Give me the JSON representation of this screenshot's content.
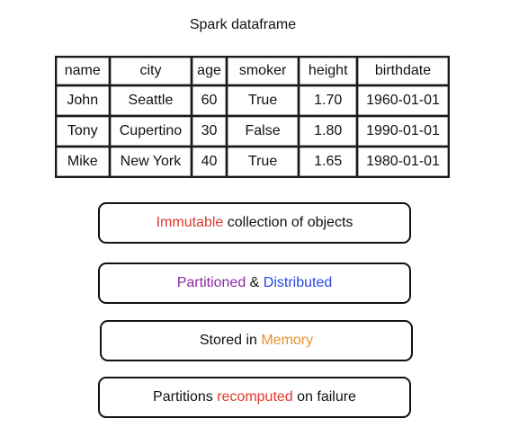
{
  "title": "Spark dataframe",
  "table": {
    "headers": [
      "name",
      "city",
      "age",
      "smoker",
      "height",
      "birthdate"
    ],
    "rows": [
      [
        "John",
        "Seattle",
        "60",
        "True",
        "1.70",
        "1960-01-01"
      ],
      [
        "Tony",
        "Cupertino",
        "30",
        "False",
        "1.80",
        "1990-01-01"
      ],
      [
        "Mike",
        "New York",
        "40",
        "True",
        "1.65",
        "1980-01-01"
      ]
    ]
  },
  "colors": {
    "red": "#e0392b",
    "purple": "#8a2aa0",
    "blue": "#2546e0",
    "orange": "#e8902c"
  },
  "boxes": {
    "b1": {
      "t1": "Immutable",
      "t2": " collection of objects"
    },
    "b2": {
      "t1": "Partitioned",
      "t2": " & ",
      "t3": "Distributed"
    },
    "b3": {
      "t1": "Stored in ",
      "t2": "Memory"
    },
    "b4": {
      "t1": "Partitions ",
      "t2": "recomputed",
      "t3": " on failure"
    }
  }
}
